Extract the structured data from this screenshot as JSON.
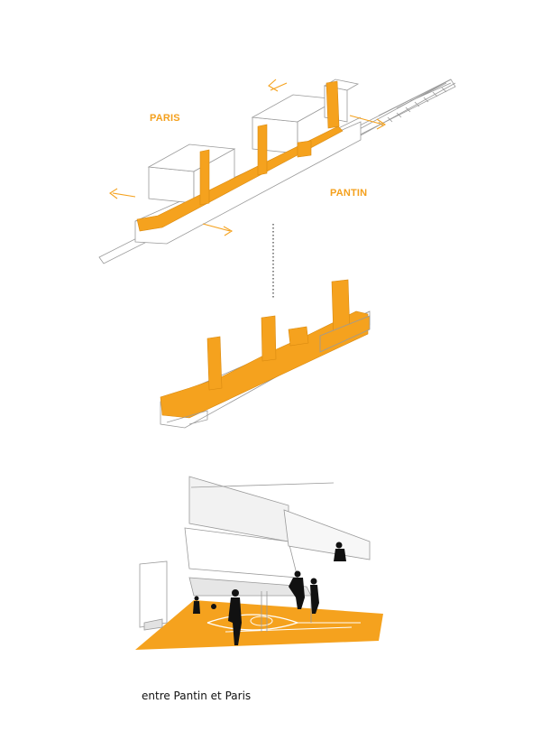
{
  "labels": {
    "paris": "PARIS",
    "pantin": "PANTIN"
  },
  "caption": "entre Pantin et Paris",
  "colors": {
    "accent": "#f5a21e",
    "line": "#9a9a9a",
    "figure": "#111111"
  }
}
